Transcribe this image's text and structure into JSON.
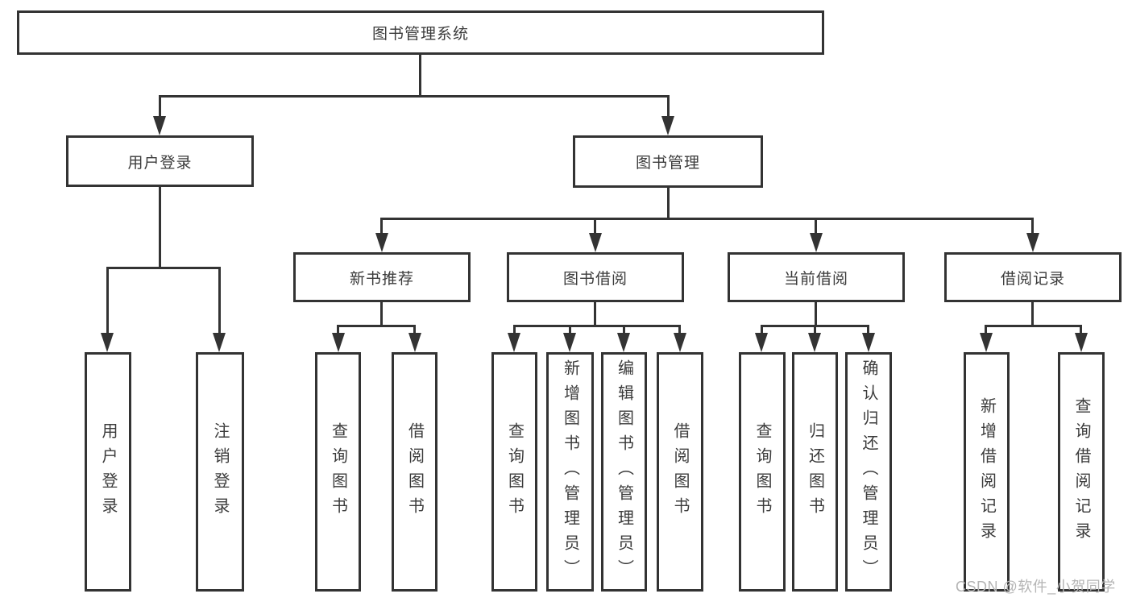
{
  "title": "图书管理系统",
  "tree": {
    "label": "图书管理系统",
    "children": [
      {
        "label": "用户登录",
        "children": [
          {
            "label": "用户登录"
          },
          {
            "label": "注销登录"
          }
        ]
      },
      {
        "label": "图书管理",
        "children": [
          {
            "label": "新书推荐",
            "children": [
              {
                "label": "查询图书"
              },
              {
                "label": "借阅图书"
              }
            ]
          },
          {
            "label": "图书借阅",
            "children": [
              {
                "label": "查询图书"
              },
              {
                "label": "新增图书（管理员）"
              },
              {
                "label": "编辑图书（管理员）"
              },
              {
                "label": "借阅图书"
              }
            ]
          },
          {
            "label": "当前借阅",
            "children": [
              {
                "label": "查询图书"
              },
              {
                "label": "归还图书"
              },
              {
                "label": "确认归还（管理员）"
              }
            ]
          },
          {
            "label": "借阅记录",
            "children": [
              {
                "label": "新增借阅记录"
              },
              {
                "label": "查询借阅记录"
              }
            ]
          }
        ]
      }
    ]
  },
  "watermark": "CSDN @软件_小贺同学",
  "colors": {
    "line": "#333333",
    "text": "#3b3b3b",
    "watermark": "#b5b5b5",
    "background": "#ffffff"
  }
}
